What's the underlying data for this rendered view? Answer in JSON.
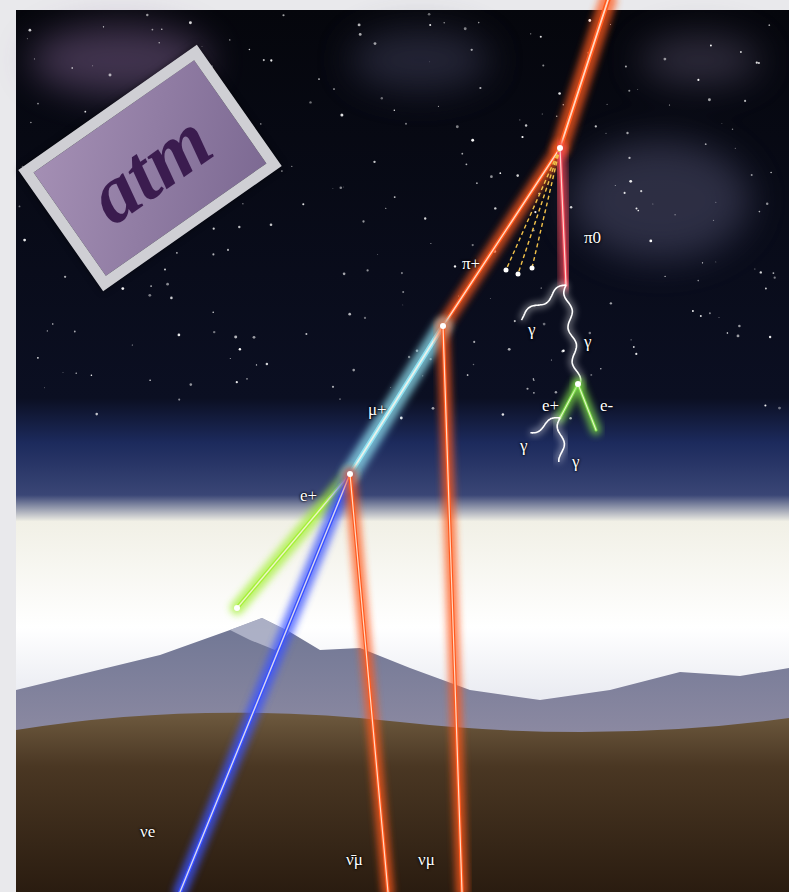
{
  "diagram": {
    "nodes": [
      {
        "text": [
          "atm"
        ]
      }
    ],
    "labels": [
      "π+",
      "π0",
      "γ",
      "γ",
      "e+",
      "e-",
      "γ",
      "γ",
      "μ+",
      "e+",
      "νe",
      "ν̄μ",
      "νμ"
    ]
  }
}
